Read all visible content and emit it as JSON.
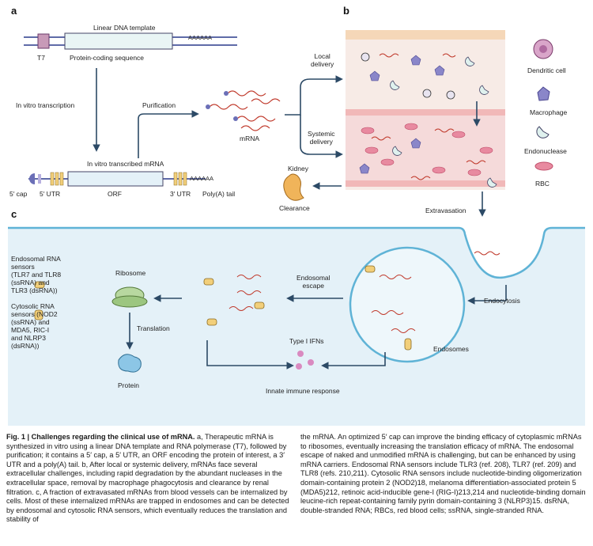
{
  "panel_letters": {
    "a": "a",
    "b": "b",
    "c": "c"
  },
  "panel_a": {
    "title": "Linear DNA template",
    "t7": "T7",
    "coding": "Protein-coding sequence",
    "polya_seq": "AAAAAA",
    "ivt": "In vitro transcription",
    "ivt_mrna": "In vitro transcribed mRNA",
    "purification": "Purification",
    "mrna": "mRNA",
    "cap5": "5′ cap",
    "utr5": "5′ UTR",
    "orf": "ORF",
    "utr3": "3′ UTR",
    "polya_tail": "Poly(A) tail",
    "aaa": "AAAAAA"
  },
  "panel_b": {
    "local": "Local\ndelivery",
    "systemic": "Systemic\ndelivery",
    "kidney": "Kidney",
    "clearance": "Clearance",
    "extravasation": "Extravasation",
    "legend": {
      "dendritic": "Dendritic cell",
      "macrophage": "Macrophage",
      "endonuclease": "Endonuclease",
      "rbc": "RBC"
    }
  },
  "panel_c": {
    "sensors_endosomal": "Endosomal RNA\nsensors\n(TLR7 and TLR8\n(ssRNA) and\nTLR3 (dsRNA))",
    "sensors_cytosolic": "Cytosolic RNA\nsensors (NOD2\n(ssRNA) and\nMDA5, RIC-I\nand NLRP3\n(dsRNA))",
    "ribosome": "Ribosome",
    "translation": "Translation",
    "protein": "Protein",
    "endosomal_escape": "Endosomal\nescape",
    "endocytosis": "Endocytosis",
    "endosomes": "Endosomes",
    "type1": "Type I IFNs",
    "innate": "Innate immune response"
  },
  "caption": {
    "heading": "Fig. 1 | Challenges regarding the clinical use of mRNA.",
    "left": " a, Therapeutic mRNA is synthesized in vitro using a linear DNA template and RNA polymerase (T7), followed by purification; it contains a 5′ cap, a 5′ UTR, an ORF encoding the protein of interest, a 3′ UTR and a poly(A) tail. b, After local or systemic delivery, mRNAs face several extracellular challenges, including rapid degradation by the abundant nucleases in the extracellular space, removal by macrophage phagocytosis and clearance by renal filtration. c, A fraction of extravasated mRNAs from blood vessels can be internalized by cells. Most of these internalized mRNAs are trapped in endosomes and can be detected by endosomal and cytosolic RNA sensors, which eventually reduces the translation and stability of",
    "right": "the mRNA. An optimized 5′ cap can improve the binding efficacy of cytoplasmic mRNAs to ribosomes, eventually increasing the translation efficacy of mRNA. The endosomal escape of naked and unmodified mRNA is challenging, but can be enhanced by using mRNA carriers. Endosomal RNA sensors include TLR3 (ref. 208), TLR7 (ref. 209) and TLR8 (refs. 210,211). Cytosolic RNA sensors include nucleotide-binding oligomerization domain-containing protein 2 (NOD2)18, melanoma differentiation-associated protein 5 (MDA5)212, retinoic acid-inducible gene-I (RIG-I)213,214 and nucleotide-binding domain leucine-rich repeat-containing family pyrin domain-containing 3 (NLRP3)15. dsRNA, double-stranded RNA; RBCs, red blood cells; ssRNA, single-stranded RNA."
  },
  "colors": {
    "tissue": "#f7e6e0",
    "vessel": "#f5d5d5",
    "cell_blue": "#e4f1f8",
    "membrane": "#5fb3d6",
    "arrow": "#2c4a66",
    "dna": "#2a3a8c",
    "mrna": "#c0392b"
  }
}
